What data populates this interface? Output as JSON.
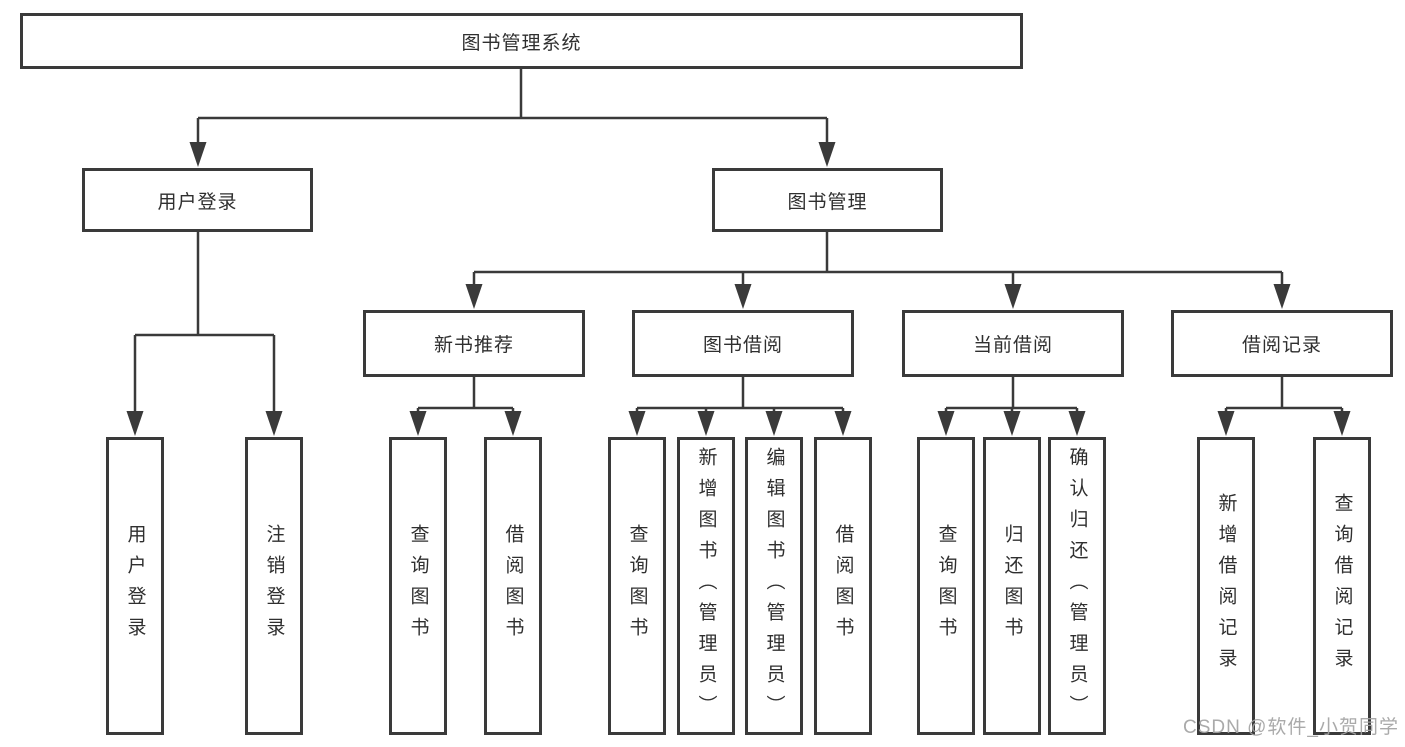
{
  "title": {
    "label": "图书管理系统"
  },
  "level2": [
    {
      "id": "user-login",
      "label": "用户登录"
    },
    {
      "id": "book-management",
      "label": "图书管理"
    }
  ],
  "level3": [
    {
      "id": "new-book-recommend",
      "label": "新书推荐",
      "parent": "图书管理"
    },
    {
      "id": "book-borrow",
      "label": "图书借阅",
      "parent": "图书管理"
    },
    {
      "id": "current-borrow",
      "label": "当前借阅",
      "parent": "图书管理"
    },
    {
      "id": "borrow-records",
      "label": "借阅记录",
      "parent": "图书管理"
    }
  ],
  "leaves": [
    {
      "label": "用户登录",
      "parent": "用户登录"
    },
    {
      "label": "注销登录",
      "parent": "用户登录"
    },
    {
      "label": "查询图书",
      "parent": "新书推荐"
    },
    {
      "label": "借阅图书",
      "parent": "新书推荐"
    },
    {
      "label": "查询图书",
      "parent": "图书借阅"
    },
    {
      "label": "新增图书（管理员）",
      "parent": "图书借阅"
    },
    {
      "label": "编辑图书（管理员）",
      "parent": "图书借阅"
    },
    {
      "label": "借阅图书",
      "parent": "图书借阅"
    },
    {
      "label": "查询图书",
      "parent": "当前借阅"
    },
    {
      "label": "归还图书",
      "parent": "当前借阅"
    },
    {
      "label": "确认归还（管理员）",
      "parent": "当前借阅"
    },
    {
      "label": "新增借阅记录",
      "parent": "借阅记录"
    },
    {
      "label": "查询借阅记录",
      "parent": "借阅记录"
    }
  ],
  "watermark": {
    "label": "CSDN @软件_小贺同学"
  },
  "colors": {
    "line": "#3a3a3a",
    "text": "#2f2f2f",
    "watermark": "#a3a3a3",
    "background": "#ffffff"
  }
}
